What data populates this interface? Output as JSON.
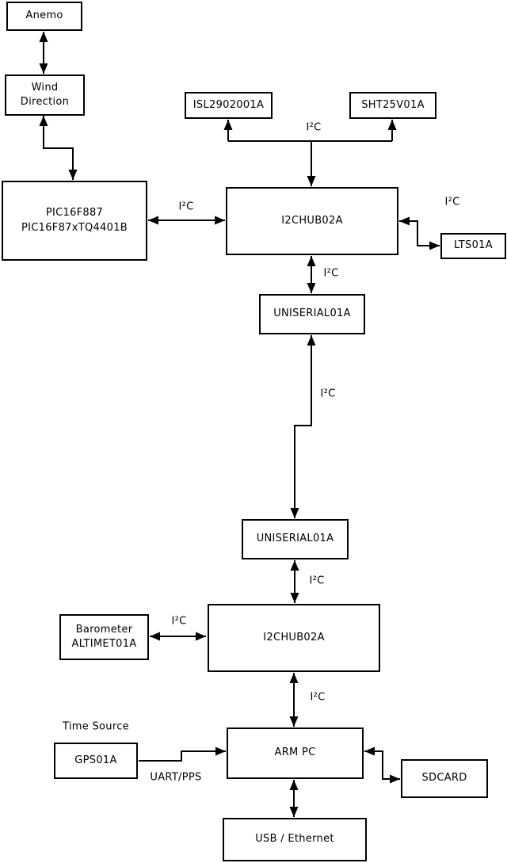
{
  "nodes": {
    "anemo": {
      "label": "Anemo"
    },
    "wind_direction": {
      "label": "Wind\nDirection"
    },
    "pic": {
      "label": "PIC16F887\nPIC16F87xTQ4401B"
    },
    "isl": {
      "label": "ISL2902001A"
    },
    "sht": {
      "label": "SHT25V01A"
    },
    "hub1": {
      "label": "I2CHUB02A"
    },
    "lts": {
      "label": "LTS01A"
    },
    "uniserial1": {
      "label": "UNISERIAL01A"
    },
    "uniserial2": {
      "label": "UNISERIAL01A"
    },
    "barometer": {
      "label": "Barometer\nALTIMET01A"
    },
    "hub2": {
      "label": "I2CHUB02A"
    },
    "gps": {
      "label": "GPS01A"
    },
    "arm_pc": {
      "label": "ARM PC"
    },
    "sdcard": {
      "label": "SDCARD"
    },
    "usb_ethernet": {
      "label": "USB / Ethernet"
    }
  },
  "labels": {
    "sensors_bus": "I²C",
    "pic_hub1": "I²C",
    "hub1_lts": "I²C",
    "hub1_uniserial1": "I²C",
    "uniserial1_uniserial2": "I²C",
    "uniserial2_hub2": "I²C",
    "barometer_hub2": "I²C",
    "hub2_arm": "I²C",
    "time_source": "Time Source",
    "uart_pps": "UART/PPS"
  },
  "edges": [
    {
      "from": "anemo",
      "to": "wind_direction",
      "bidirectional": true,
      "label": ""
    },
    {
      "from": "wind_direction",
      "to": "pic",
      "bidirectional": true,
      "label": ""
    },
    {
      "from": "pic",
      "to": "hub1",
      "bidirectional": true,
      "label": "I²C"
    },
    {
      "from": "hub1",
      "to": "isl",
      "bidirectional": false,
      "label": "I²C"
    },
    {
      "from": "hub1",
      "to": "sht",
      "bidirectional": false,
      "label": "I²C"
    },
    {
      "from": "hub1",
      "to": "lts",
      "bidirectional": true,
      "label": "I²C"
    },
    {
      "from": "hub1",
      "to": "uniserial1",
      "bidirectional": true,
      "label": "I²C"
    },
    {
      "from": "uniserial1",
      "to": "uniserial2",
      "bidirectional": true,
      "label": "I²C"
    },
    {
      "from": "uniserial2",
      "to": "hub2",
      "bidirectional": true,
      "label": "I²C"
    },
    {
      "from": "barometer",
      "to": "hub2",
      "bidirectional": true,
      "label": "I²C"
    },
    {
      "from": "hub2",
      "to": "arm_pc",
      "bidirectional": true,
      "label": "I²C"
    },
    {
      "from": "gps",
      "to": "arm_pc",
      "bidirectional": false,
      "label": "UART/PPS"
    },
    {
      "from": "arm_pc",
      "to": "sdcard",
      "bidirectional": true,
      "label": ""
    },
    {
      "from": "arm_pc",
      "to": "usb_ethernet",
      "bidirectional": true,
      "label": ""
    }
  ],
  "colors": {
    "line": "#000000",
    "node_fill": "#ffffff",
    "background": "#ffffff",
    "text": "#000000"
  }
}
